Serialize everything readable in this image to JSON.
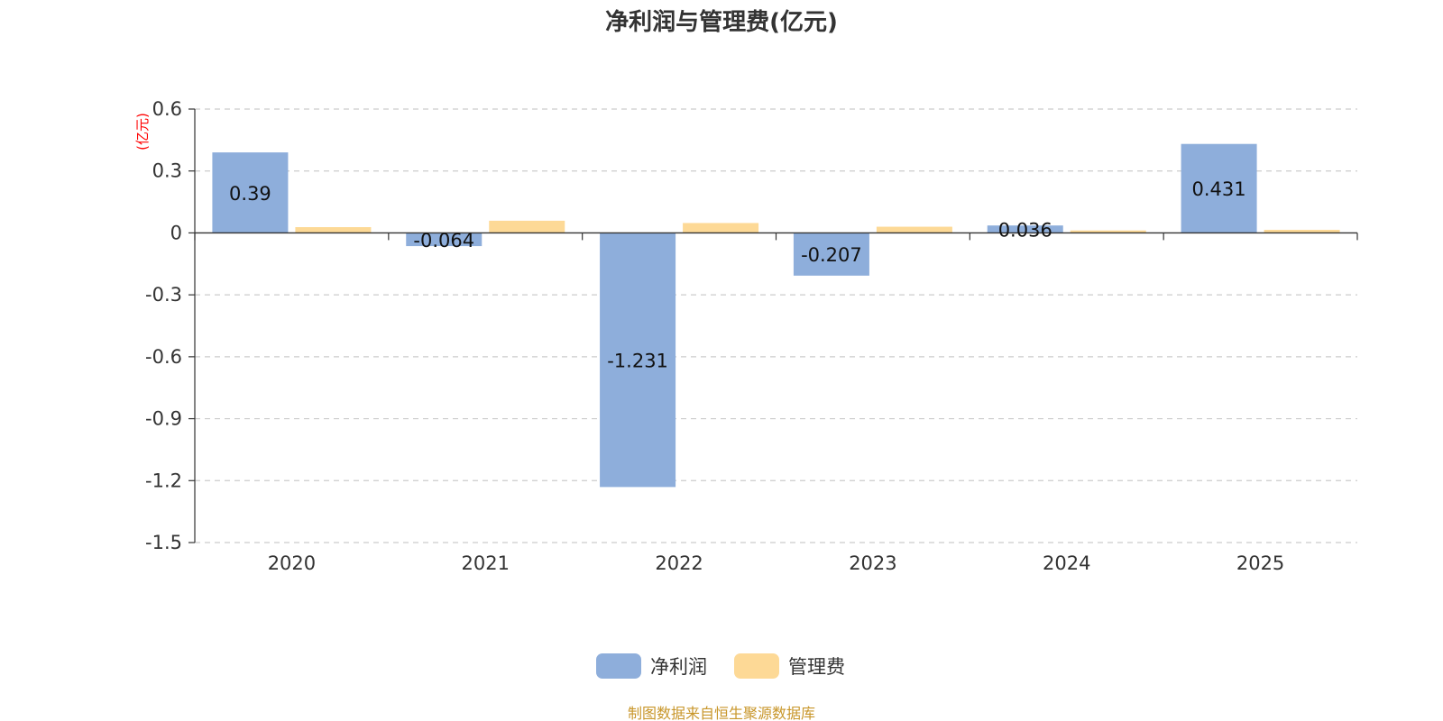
{
  "chart_data": {
    "type": "bar",
    "title": "净利润与管理费(亿元)",
    "ylabel": "(亿元)",
    "xlabel": "",
    "categories": [
      "2020",
      "2021",
      "2022",
      "2023",
      "2024",
      "2025"
    ],
    "ylim": [
      -1.5,
      0.6
    ],
    "yticks": [
      0.6,
      0.3,
      0,
      -0.3,
      -0.6,
      -0.9,
      -1.2,
      -1.5
    ],
    "ytick_labels": [
      "0.6",
      "0.3",
      "0",
      "-0.3",
      "-0.6",
      "-0.9",
      "-1.2",
      "-1.5"
    ],
    "grid": true,
    "legend_position": "bottom",
    "series": [
      {
        "name": "净利润",
        "color": "#8eaedb",
        "values": [
          0.39,
          -0.064,
          -1.231,
          -0.207,
          0.036,
          0.431
        ],
        "data_labels": [
          "0.39",
          "-0.064",
          "-1.231",
          "-0.207",
          "0.036",
          "0.431"
        ]
      },
      {
        "name": "管理费",
        "color": "#fdd996",
        "values": [
          0.028,
          0.059,
          0.048,
          0.03,
          0.012,
          0.015
        ]
      }
    ]
  },
  "footer": {
    "source_text": "制图数据来自恒生聚源数据库",
    "source_color": "#c8962a"
  }
}
